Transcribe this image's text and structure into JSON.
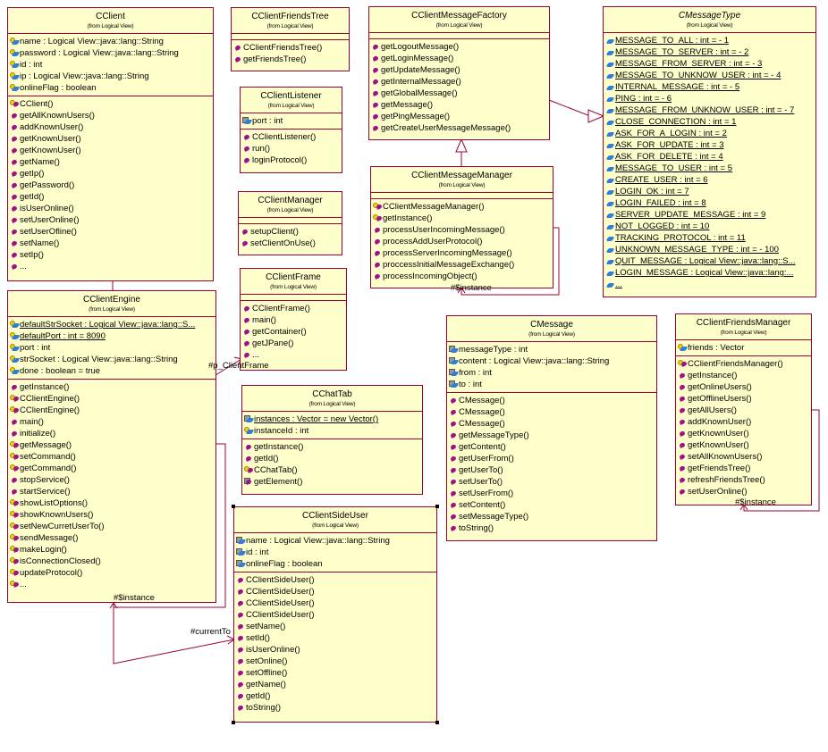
{
  "diagram": {
    "from_label": "(from Logical View)",
    "classes": {
      "cclient": {
        "name": "CClient",
        "attributes": [
          {
            "icon": "key-attr",
            "text": "name : Logical View::java::lang::String"
          },
          {
            "icon": "key-attr",
            "text": "password : Logical View::java::lang::String"
          },
          {
            "icon": "key-attr",
            "text": "id : int"
          },
          {
            "icon": "key-attr",
            "text": "ip : Logical View::java::lang::String"
          },
          {
            "icon": "key-attr",
            "text": "onlineFlag : boolean"
          }
        ],
        "operations": [
          {
            "icon": "key-op",
            "text": "CClient()"
          },
          {
            "icon": "op",
            "text": "getAllKnownUsers()"
          },
          {
            "icon": "op",
            "text": "addKnownUser()"
          },
          {
            "icon": "op",
            "text": "getKnownUser()"
          },
          {
            "icon": "op",
            "text": "getKnownUser()"
          },
          {
            "icon": "op",
            "text": "getName()"
          },
          {
            "icon": "op",
            "text": "getIp()"
          },
          {
            "icon": "op",
            "text": "getPassword()"
          },
          {
            "icon": "op",
            "text": "getId()"
          },
          {
            "icon": "op",
            "text": "isUserOnline()"
          },
          {
            "icon": "op",
            "text": "setUserOnline()"
          },
          {
            "icon": "op",
            "text": "setUserOfline()"
          },
          {
            "icon": "op",
            "text": "setName()"
          },
          {
            "icon": "op",
            "text": "setIp()"
          },
          {
            "icon": "op",
            "text": "..."
          }
        ]
      },
      "cclientengine": {
        "name": "CClientEngine",
        "attributes": [
          {
            "icon": "key-attr",
            "text": "defaultStrSocket : Logical View::java::lang::S...",
            "static": true
          },
          {
            "icon": "key-attr",
            "text": "defaultPort : int = 8090",
            "static": true
          },
          {
            "icon": "key-attr",
            "text": "port : int"
          },
          {
            "icon": "key-attr",
            "text": "strSocket : Logical View::java::lang::String"
          },
          {
            "icon": "key-attr",
            "text": "done : boolean = true"
          }
        ],
        "operations": [
          {
            "icon": "op",
            "text": "getInstance()"
          },
          {
            "icon": "key-op",
            "text": "CClientEngine()"
          },
          {
            "icon": "key-op",
            "text": "CClientEngine()"
          },
          {
            "icon": "op",
            "text": "main()"
          },
          {
            "icon": "op",
            "text": "initialize()"
          },
          {
            "icon": "key-op",
            "text": "getMessage()"
          },
          {
            "icon": "key-op",
            "text": "setCommand()"
          },
          {
            "icon": "key-op",
            "text": "getCommand()"
          },
          {
            "icon": "op",
            "text": "stopService()"
          },
          {
            "icon": "op",
            "text": "startService()"
          },
          {
            "icon": "key-op",
            "text": "showListOptions()"
          },
          {
            "icon": "key-op",
            "text": "showKnownUsers()"
          },
          {
            "icon": "key-op",
            "text": "setNewCurretUserTo()"
          },
          {
            "icon": "key-op",
            "text": "sendMessage()"
          },
          {
            "icon": "key-op",
            "text": "makeLogin()"
          },
          {
            "icon": "key-op",
            "text": "isConnectionClosed()"
          },
          {
            "icon": "key-op",
            "text": "updateProtocol()"
          },
          {
            "icon": "key-op",
            "text": "..."
          }
        ]
      },
      "cclientfriendstree": {
        "name": "CClientFriendsTree",
        "attributes": [],
        "operations": [
          {
            "icon": "op",
            "text": "CClientFriendsTree()"
          },
          {
            "icon": "op",
            "text": "getFriendsTree()"
          }
        ]
      },
      "cclientlistener": {
        "name": "CClientListener",
        "attributes": [
          {
            "icon": "lock-attr",
            "text": "port : int"
          }
        ],
        "operations": [
          {
            "icon": "op",
            "text": "CClientListener()"
          },
          {
            "icon": "op",
            "text": "run()"
          },
          {
            "icon": "op",
            "text": "loginProtocol()"
          }
        ]
      },
      "cclientmanager": {
        "name": "CClientManager",
        "attributes": [],
        "operations": [
          {
            "icon": "op",
            "text": "setupClient()"
          },
          {
            "icon": "op",
            "text": "setClientOnUse()"
          }
        ]
      },
      "cclientframe": {
        "name": "CClientFrame",
        "attributes": [],
        "operations": [
          {
            "icon": "op",
            "text": "CClientFrame()"
          },
          {
            "icon": "op",
            "text": "main()"
          },
          {
            "icon": "op",
            "text": "getContainer()"
          },
          {
            "icon": "op",
            "text": "getJPane()"
          },
          {
            "icon": "op",
            "text": "..."
          }
        ]
      },
      "cchattab": {
        "name": "CChatTab",
        "attributes": [
          {
            "icon": "lock-attr",
            "text": "instances : Vector = new Vector()",
            "static": true
          },
          {
            "icon": "key-attr",
            "text": "instanceId : int"
          }
        ],
        "operations": [
          {
            "icon": "op",
            "text": "getInstance()"
          },
          {
            "icon": "op",
            "text": "getId()"
          },
          {
            "icon": "key-op",
            "text": "CChatTab()"
          },
          {
            "icon": "lock-op",
            "text": "getElement()"
          }
        ]
      },
      "cclientsideuser": {
        "name": "CClientSideUser",
        "attributes": [
          {
            "icon": "lock-attr",
            "text": "name : Logical View::java::lang::String"
          },
          {
            "icon": "lock-attr",
            "text": "id : int"
          },
          {
            "icon": "lock-attr",
            "text": "onlineFlag : boolean"
          }
        ],
        "operations": [
          {
            "icon": "op",
            "text": "CClientSideUser()"
          },
          {
            "icon": "op",
            "text": "CClientSideUser()"
          },
          {
            "icon": "op",
            "text": "CClientSideUser()"
          },
          {
            "icon": "op",
            "text": "CClientSideUser()"
          },
          {
            "icon": "op",
            "text": "setName()"
          },
          {
            "icon": "op",
            "text": "setId()"
          },
          {
            "icon": "op",
            "text": "isUserOnline()"
          },
          {
            "icon": "op",
            "text": "setOnline()"
          },
          {
            "icon": "op",
            "text": "setOffline()"
          },
          {
            "icon": "op",
            "text": "getName()"
          },
          {
            "icon": "op",
            "text": "getId()"
          },
          {
            "icon": "op",
            "text": "toString()"
          }
        ]
      },
      "cclientmessagefactory": {
        "name": "CClientMessageFactory",
        "attributes": [],
        "operations": [
          {
            "icon": "op",
            "text": "getLogoutMessage()"
          },
          {
            "icon": "op",
            "text": "getLoginMessage()"
          },
          {
            "icon": "op",
            "text": "getUpdateMessage()"
          },
          {
            "icon": "op",
            "text": "getInternalMessage()"
          },
          {
            "icon": "op",
            "text": "getGlobalMessage()"
          },
          {
            "icon": "op",
            "text": "getMessage()"
          },
          {
            "icon": "op",
            "text": "getPingMessage()"
          },
          {
            "icon": "op",
            "text": "getCreateUserMessageMessage()"
          }
        ]
      },
      "cclientmessagemanager": {
        "name": "CClientMessageManager",
        "attributes": [],
        "operations": [
          {
            "icon": "key-op",
            "text": "CClientMessageManager()"
          },
          {
            "icon": "key-op",
            "text": "getInstance()"
          },
          {
            "icon": "op",
            "text": "processUserIncomingMessage()"
          },
          {
            "icon": "op",
            "text": "processAddUserProtocol()"
          },
          {
            "icon": "op",
            "text": "processServerIncomingMessage()"
          },
          {
            "icon": "op",
            "text": "proccessInitialMessageExchange()"
          },
          {
            "icon": "op",
            "text": "processIncomingObject()"
          }
        ]
      },
      "cmessagetype": {
        "name": "CMessageType",
        "italic": true,
        "attributes": [
          {
            "icon": "attr",
            "text": "MESSAGE_TO_ALL : int = - 1",
            "static": true
          },
          {
            "icon": "attr",
            "text": "MESSAGE_TO_SERVER : int = - 2",
            "static": true
          },
          {
            "icon": "attr",
            "text": "MESSAGE_FROM_SERVER : int = - 3",
            "static": true
          },
          {
            "icon": "attr",
            "text": "MESSAGE_TO_UNKNOW_USER : int = - 4",
            "static": true
          },
          {
            "icon": "attr",
            "text": "INTERNAL_MESSAGE : int = - 5",
            "static": true
          },
          {
            "icon": "attr",
            "text": "PING : int = - 6",
            "static": true
          },
          {
            "icon": "attr",
            "text": "MESSAGE_FROM_UNKNOW_USER : int = - 7",
            "static": true
          },
          {
            "icon": "attr",
            "text": "CLOSE_CONNECTION : int = 1",
            "static": true
          },
          {
            "icon": "attr",
            "text": "ASK_FOR_A_LOGIN : int = 2",
            "static": true
          },
          {
            "icon": "attr",
            "text": "ASK_FOR_UPDATE : int = 3",
            "static": true
          },
          {
            "icon": "attr",
            "text": "ASK_FOR_DELETE : int = 4",
            "static": true
          },
          {
            "icon": "attr",
            "text": "MESSAGE_TO_USER : int = 5",
            "static": true
          },
          {
            "icon": "attr",
            "text": "CREATE_USER : int = 6",
            "static": true
          },
          {
            "icon": "attr",
            "text": "LOGIN_OK : int = 7",
            "static": true
          },
          {
            "icon": "attr",
            "text": "LOGIN_FAILED : int = 8",
            "static": true
          },
          {
            "icon": "attr",
            "text": "SERVER_UPDATE_MESSAGE : int = 9",
            "static": true
          },
          {
            "icon": "attr",
            "text": "NOT_LOGGED : int = 10",
            "static": true
          },
          {
            "icon": "attr",
            "text": "TRACKING_PROTOCOL : int = 11",
            "static": true
          },
          {
            "icon": "attr",
            "text": "UNKNOWN_MESSAGE_TYPE : int = - 100",
            "static": true
          },
          {
            "icon": "attr",
            "text": "QUIT_MESSAGE : Logical View::java::lang::S...",
            "static": true
          },
          {
            "icon": "attr",
            "text": "LOGIN_MESSAGE : Logical View::java::lang:...",
            "static": true
          },
          {
            "icon": "attr",
            "text": "...",
            "static": true
          }
        ],
        "operations": null
      },
      "cmessage": {
        "name": "CMessage",
        "attributes": [
          {
            "icon": "lock-attr",
            "text": "messageType : int"
          },
          {
            "icon": "lock-attr",
            "text": "content : Logical View::java::lang::String"
          },
          {
            "icon": "lock-attr",
            "text": "from : int"
          },
          {
            "icon": "lock-attr",
            "text": "to : int"
          }
        ],
        "operations": [
          {
            "icon": "op",
            "text": "CMessage()"
          },
          {
            "icon": "op",
            "text": "CMessage()"
          },
          {
            "icon": "op",
            "text": "CMessage()"
          },
          {
            "icon": "op",
            "text": "getMessageType()"
          },
          {
            "icon": "op",
            "text": "getContent()"
          },
          {
            "icon": "op",
            "text": "getUserFrom()"
          },
          {
            "icon": "op",
            "text": "getUserTo()"
          },
          {
            "icon": "op",
            "text": "setUserTo()"
          },
          {
            "icon": "op",
            "text": "setUserFrom()"
          },
          {
            "icon": "op",
            "text": "setContent()"
          },
          {
            "icon": "op",
            "text": "setMessageType()"
          },
          {
            "icon": "op",
            "text": "toString()"
          }
        ]
      },
      "cclientfriendsmanager": {
        "name": "CClientFriendsManager",
        "attributes": [
          {
            "icon": "key-attr",
            "text": "friends : Vector"
          }
        ],
        "operations": [
          {
            "icon": "key-op",
            "text": "CClientFriendsManager()"
          },
          {
            "icon": "op",
            "text": "getInstance()"
          },
          {
            "icon": "op",
            "text": "getOnlineUsers()"
          },
          {
            "icon": "op",
            "text": "getOfflineUsers()"
          },
          {
            "icon": "op",
            "text": "getAllUsers()"
          },
          {
            "icon": "op",
            "text": "addKnownUser()"
          },
          {
            "icon": "op",
            "text": "getKnownUser()"
          },
          {
            "icon": "op",
            "text": "getKnownUser()"
          },
          {
            "icon": "op",
            "text": "setAllKnownUsers()"
          },
          {
            "icon": "op",
            "text": "getFriendsTree()"
          },
          {
            "icon": "op",
            "text": "refreshFriendsTree()"
          },
          {
            "icon": "op",
            "text": "setUserOnline()"
          }
        ]
      }
    },
    "relations": {
      "engine_frame_role": "#p_ClientFrame",
      "engine_instance_role": "#$instance",
      "engine_currentto_role": "#currentTo",
      "manager_instance_role": "#$instance",
      "friendsmanager_instance_role": "#$instance"
    },
    "colors": {
      "box_fill": "#ffffcc",
      "box_border": "#990033",
      "line": "#990033"
    }
  }
}
